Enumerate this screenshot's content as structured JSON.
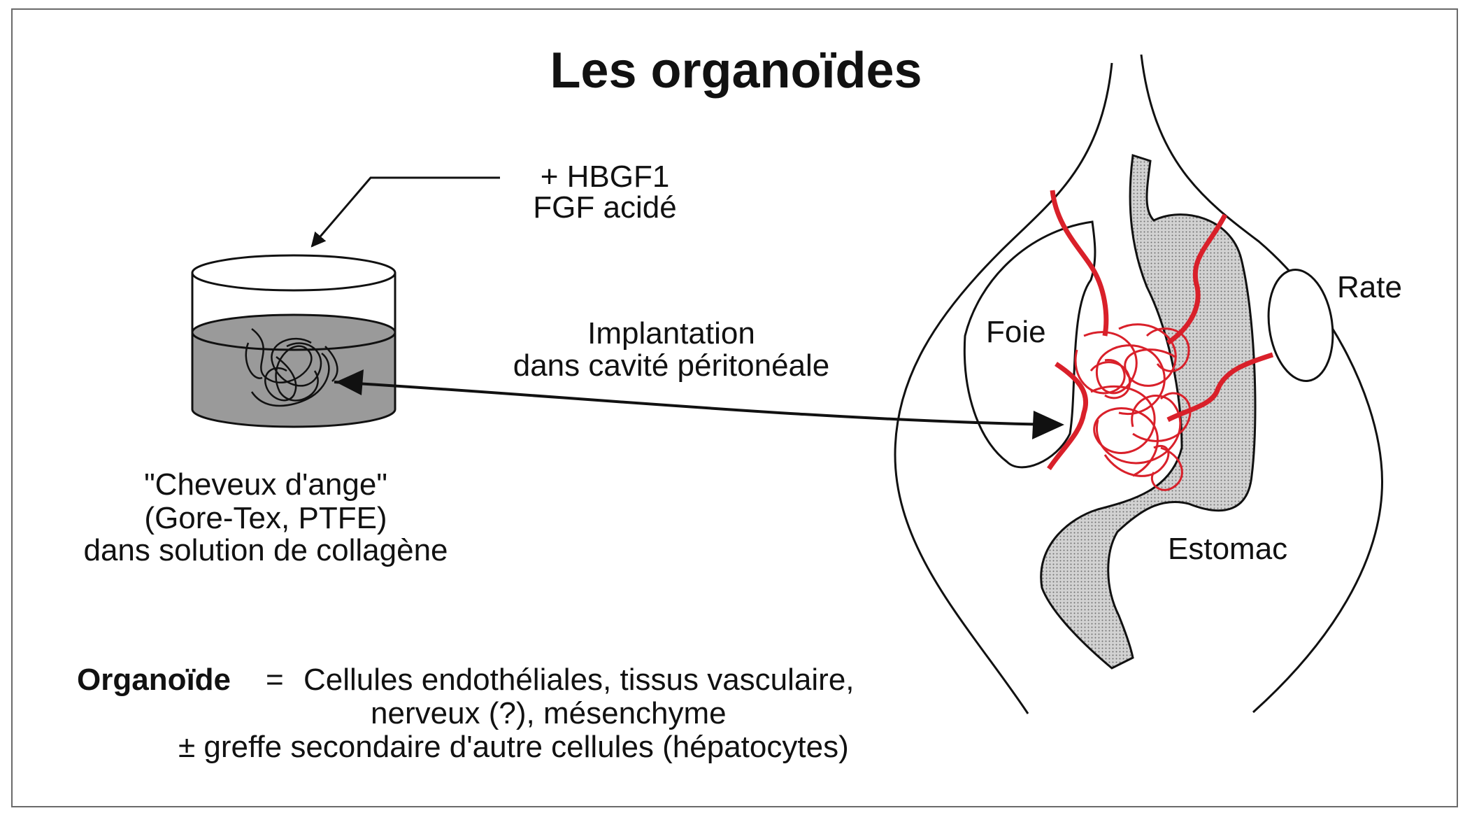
{
  "title": "Les organoïdes",
  "additive": {
    "line1": "+   HBGF1",
    "line2": "FGF acidé"
  },
  "implantation": {
    "line1": "Implantation",
    "line2": "dans cavité péritonéale"
  },
  "material": {
    "line1": "\"Cheveux d'ange\"",
    "line2": "(Gore-Tex, PTFE)",
    "line3": "dans solution de collagène"
  },
  "organs": {
    "liver": "Foie",
    "spleen": "Rate",
    "stomach": "Estomac"
  },
  "definition": {
    "term": "Organoïde",
    "equals": "=",
    "line1": "Cellules endothéliales, tissus vasculaire,",
    "line2": "nerveux (?), mésenchyme",
    "line3": "±  greffe secondaire d'autre cellules (hépatocytes)"
  },
  "colors": {
    "vessels": "#d9202a",
    "stomach_fill": "#c8c8c8",
    "solution_fill": "#9a9a9a",
    "line": "#111111"
  }
}
